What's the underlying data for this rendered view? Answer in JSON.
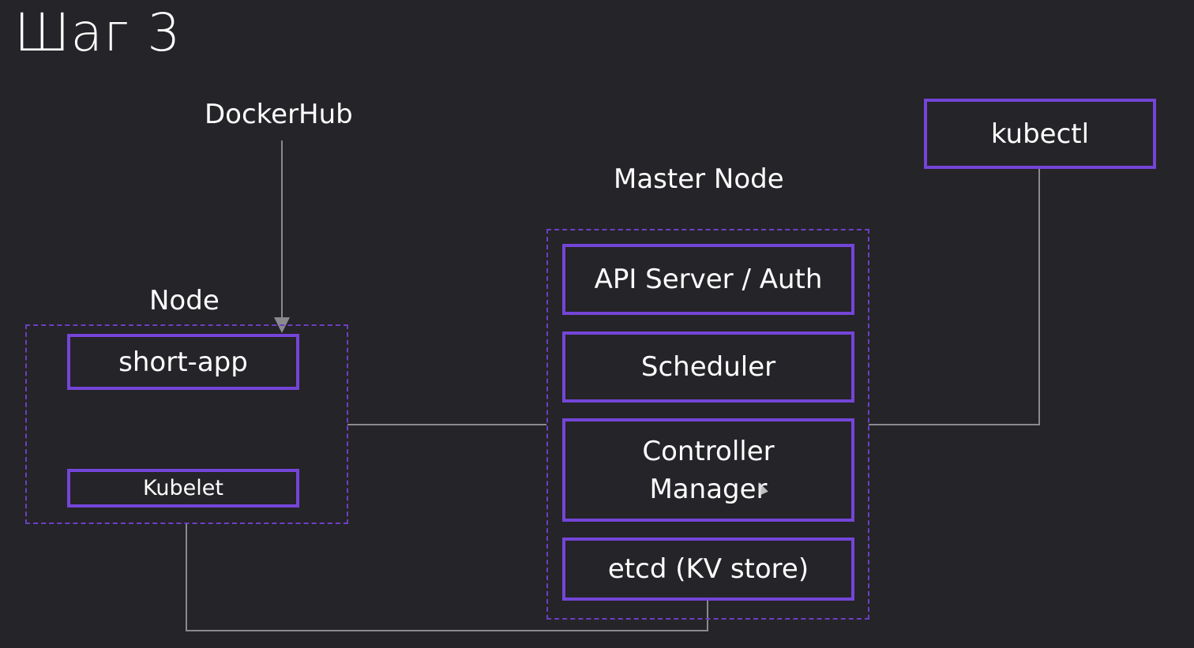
{
  "title": "Шаг 3",
  "labels": {
    "dockerhub": "DockerHub",
    "node": "Node",
    "master_node": "Master Node"
  },
  "node": {
    "components": {
      "app": "short-app",
      "kubelet": "Kubelet"
    }
  },
  "master": {
    "components": {
      "api_server": "API Server / Auth",
      "scheduler": "Scheduler",
      "controller_manager_line1": "Controller",
      "controller_manager_line2": "Manager",
      "etcd": "etcd (KV store)"
    }
  },
  "client": {
    "kubectl": "kubectl"
  },
  "colors": {
    "background": "#252428",
    "box_border": "#7445d8",
    "group_border": "#6c3fc4",
    "connector": "#8a8a8e",
    "text": "#ffffff"
  },
  "icons": {
    "pointer": "mouse-cursor-icon"
  }
}
